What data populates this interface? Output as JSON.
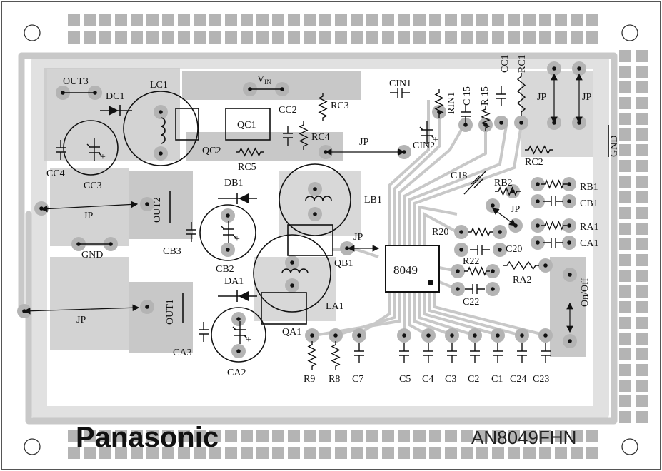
{
  "board": {
    "brand": "Panasonic",
    "model": "AN8049FHN",
    "ic_label": "8049",
    "colors": {
      "copper": "#c8c8c8",
      "pad": "#b4b4b4",
      "silk": "#111111",
      "background": "#ffffff"
    }
  },
  "labels": {
    "out3": "OUT3",
    "dc1": "DC1",
    "lc1": "LC1",
    "vin": "V",
    "vin_sub": "IN",
    "rc3": "RC3",
    "cc2": "CC2",
    "qc1": "QC1",
    "rc4": "RC4",
    "qc2": "QC2",
    "rc5": "RC5",
    "cc4": "CC4",
    "cc3": "CC3",
    "cin1": "CIN1",
    "cin2": "CIN2",
    "rin1": "RIN1",
    "c15": "C 15",
    "r15": "R 15",
    "cc1": "CC1",
    "rc1": "RC1",
    "rc2": "RC2",
    "gnd_right": "GND",
    "gnd_left": "GND",
    "jp_top1": "JP",
    "jp_top2": "JP",
    "jp_mid": "JP",
    "jp_left1": "JP",
    "jp_left2": "JP",
    "jp_qb1": "JP",
    "jp_right": "JP",
    "db1": "DB1",
    "out2": "OUT2",
    "lb1": "LB1",
    "cb3": "CB3",
    "cb2": "CB2",
    "c18": "C18",
    "rb2": "RB2",
    "rb1": "RB1",
    "cb1": "CB1",
    "ra1": "RA1",
    "ca1": "CA1",
    "r20": "R20",
    "c20": "C20",
    "r22": "R22",
    "ra2": "RA2",
    "c22": "C22",
    "qb1": "QB1",
    "da1": "DA1",
    "out1": "OUT1",
    "la1": "LA1",
    "qa1": "QA1",
    "ca3": "CA3",
    "ca2": "CA2",
    "on_off": "On/Off",
    "r9": "R9",
    "r8": "R8",
    "c7": "C7",
    "c5": "C5",
    "c4": "C4",
    "c3": "C3",
    "c2": "C2",
    "c1": "C1",
    "c24": "C24",
    "c23": "C23"
  }
}
